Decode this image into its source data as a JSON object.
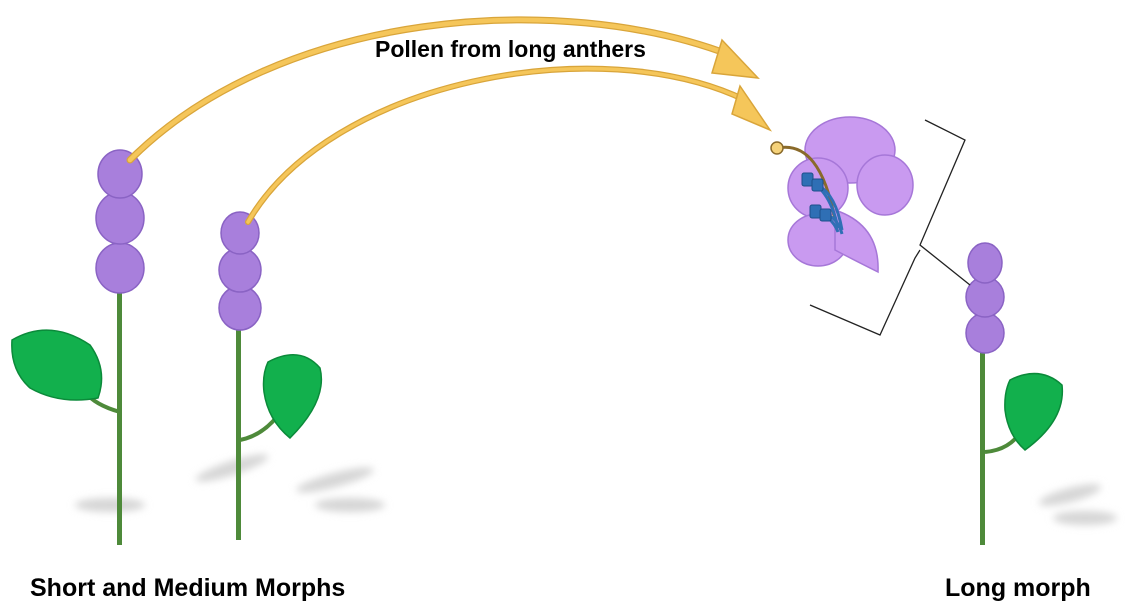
{
  "labels": {
    "arrow": "Pollen from long anthers",
    "left_group": "Short and Medium Morphs",
    "right_group": "Long morph"
  },
  "colors": {
    "petal": "#a87fdc",
    "petal_stroke": "#8a63c4",
    "flower_petal": "#c99af0",
    "flower_petal_stroke": "#a677d8",
    "stem": "#4e8a3a",
    "leaf": "#12b04d",
    "leaf_stroke": "#0b8a3a",
    "pollen_arrow": "#f5c65a",
    "pollen_arrow_stroke": "#d9a53a",
    "anther": "#2f6fb5",
    "style": "#8a6a2a",
    "bracket": "#222222",
    "shadow": "#d9d9d9"
  }
}
